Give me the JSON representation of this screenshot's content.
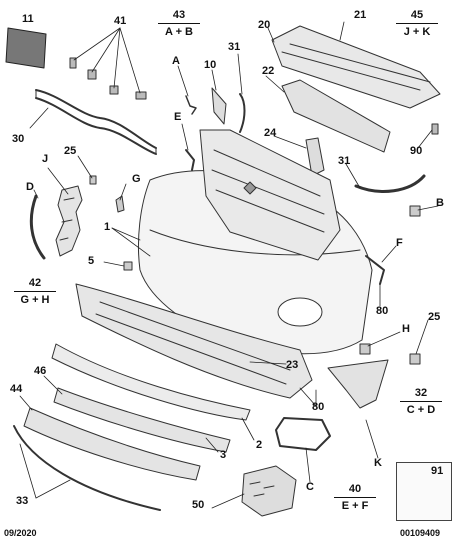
{
  "labels": {
    "p11": "11",
    "p41": "41",
    "p30": "30",
    "p25a": "25",
    "pJ": "J",
    "pD": "D",
    "pG": "G",
    "p1": "1",
    "p5": "5",
    "pA": "A",
    "p10": "10",
    "pE": "E",
    "p31a": "31",
    "p20": "20",
    "p21": "21",
    "p22": "22",
    "p24": "24",
    "p90": "90",
    "p31b": "31",
    "pB": "B",
    "pF": "F",
    "p80a": "80",
    "pH": "H",
    "p25b": "25",
    "p23": "23",
    "p80b": "80",
    "p2": "2",
    "p3": "3",
    "p44": "44",
    "p46": "46",
    "p33": "33",
    "p50": "50",
    "pC": "C",
    "pK": "K",
    "p91": "91"
  },
  "groups": {
    "g43": {
      "num": "43",
      "formula": "A + B"
    },
    "g45": {
      "num": "45",
      "formula": "J + K"
    },
    "g42": {
      "num": "42",
      "formula": "G + H"
    },
    "g32": {
      "num": "32",
      "formula": "C + D"
    },
    "g40": {
      "num": "40",
      "formula": "E + F"
    }
  },
  "footer": {
    "date": "09/2020",
    "ref": "00109409"
  }
}
